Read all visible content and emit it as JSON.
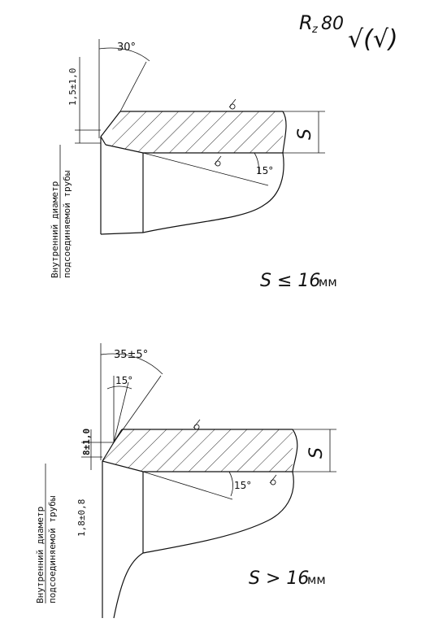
{
  "header": {
    "roughness_base": "R",
    "roughness_sub": "z",
    "roughness_value": "80",
    "roughness_symbol": "√(√)"
  },
  "detail_top": {
    "bevel_angle": "30°",
    "land_height": "1,5±1,0",
    "inner_angle": "15°",
    "wall_label": "S",
    "condition": "S ≤ 16",
    "unit": "мм",
    "pipe_label_line1": "Внутренний диаметр",
    "pipe_label_line2": "подсоединяемой трубы"
  },
  "detail_bottom": {
    "bevel_angle": "35±5°",
    "upper_angle": "15°",
    "step_height": "8±1,0",
    "land_height": "1,8±0,8",
    "inner_angle": "15°",
    "wall_label": "S",
    "condition": "S > 16",
    "unit": "мм",
    "pipe_label_line1": "Внутренний диаметр",
    "pipe_label_line2": "подсоединяемой трубы"
  }
}
